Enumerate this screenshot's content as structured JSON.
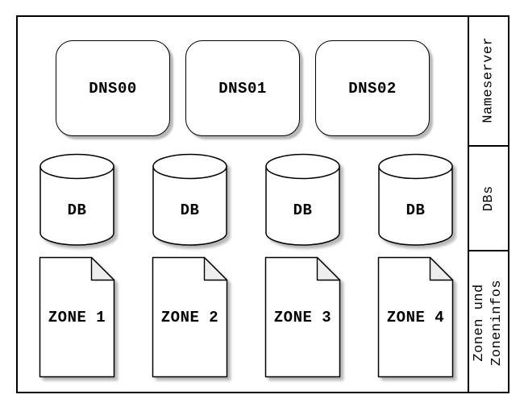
{
  "nameservers": {
    "items": [
      {
        "label": "DNS00"
      },
      {
        "label": "DNS01"
      },
      {
        "label": "DNS02"
      }
    ]
  },
  "databases": {
    "items": [
      {
        "label": "DB"
      },
      {
        "label": "DB"
      },
      {
        "label": "DB"
      },
      {
        "label": "DB"
      }
    ]
  },
  "zones": {
    "items": [
      {
        "label": "ZONE 1"
      },
      {
        "label": "ZONE 2"
      },
      {
        "label": "ZONE 3"
      },
      {
        "label": "ZONE 4"
      }
    ]
  },
  "sidebar": {
    "sections": [
      {
        "label": "Nameserver"
      },
      {
        "label": "DBs"
      },
      {
        "label": "Zonen und\nZoneninfos"
      }
    ]
  },
  "colors": {
    "stroke": "#000000",
    "fill": "#ffffff",
    "fold_fill": "#eeeeee",
    "shadow": "rgba(0,0,0,0.28)"
  }
}
